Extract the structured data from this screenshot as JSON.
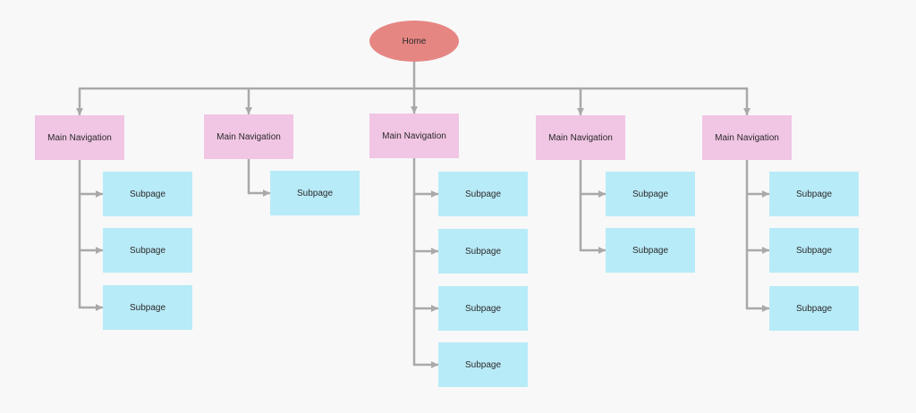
{
  "root": {
    "label": "Home"
  },
  "colors": {
    "root_fill": "#e68683",
    "main_fill": "#f1c5e4",
    "sub_fill": "#b8ebf8",
    "connector": "#a9a9a9",
    "background": "#f8f8f8"
  },
  "columns": [
    {
      "label": "Main Navigation",
      "subpages": [
        "Subpage",
        "Subpage",
        "Subpage"
      ]
    },
    {
      "label": "Main Navigation",
      "subpages": [
        "Subpage"
      ]
    },
    {
      "label": "Main Navigation",
      "subpages": [
        "Subpage",
        "Subpage",
        "Subpage",
        "Subpage"
      ]
    },
    {
      "label": "Main Navigation",
      "subpages": [
        "Subpage",
        "Subpage"
      ]
    },
    {
      "label": "Main Navigation",
      "subpages": [
        "Subpage",
        "Subpage",
        "Subpage"
      ]
    }
  ]
}
